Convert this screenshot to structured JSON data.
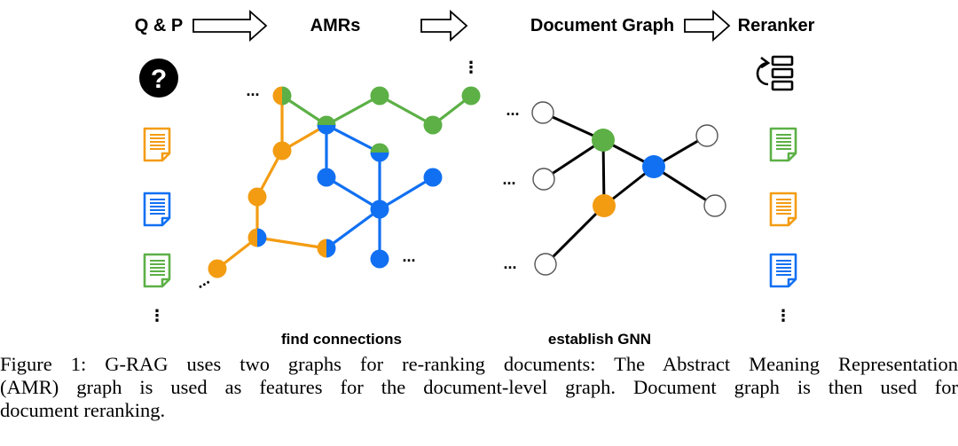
{
  "stages": [
    "Q & P",
    "AMRs",
    "Document Graph",
    "Reranker"
  ],
  "sublabels": {
    "amr": "find connections",
    "doc_graph": "establish GNN"
  },
  "ellipsis": "...",
  "vertical_ellipsis": "⋮",
  "question_mark": "?",
  "colors": {
    "orange": "#f39c12",
    "blue": "#1170f2",
    "green": "#5cb046",
    "black": "#000000"
  },
  "left_column_docs": [
    "orange",
    "blue",
    "green"
  ],
  "right_column_docs": [
    "green",
    "orange",
    "blue"
  ],
  "icons": [
    "question-circle-icon",
    "document-icon",
    "rerank-list-icon",
    "arrow-right-icon"
  ],
  "caption": {
    "line1": "Figure 1: G-RAG uses two graphs for re-ranking documents: The Abstract Meaning Representation",
    "line2": "(AMR) graph is used as features for the document-level graph. Document graph is then used for",
    "line3": "document reranking."
  }
}
